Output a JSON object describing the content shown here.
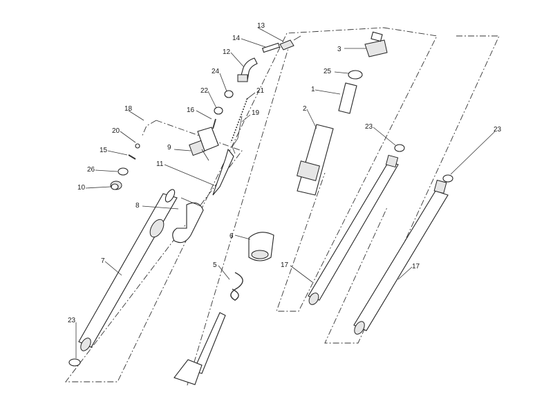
{
  "callouts": [
    {
      "id": "n13",
      "text": "13"
    },
    {
      "id": "n14",
      "text": "14"
    },
    {
      "id": "n12",
      "text": "12"
    },
    {
      "id": "n24",
      "text": "24"
    },
    {
      "id": "n22",
      "text": "22"
    },
    {
      "id": "n21",
      "text": "21"
    },
    {
      "id": "n16",
      "text": "16"
    },
    {
      "id": "n19",
      "text": "19"
    },
    {
      "id": "n18",
      "text": "18"
    },
    {
      "id": "n20",
      "text": "20"
    },
    {
      "id": "n9",
      "text": "9"
    },
    {
      "id": "n15",
      "text": "15"
    },
    {
      "id": "n26",
      "text": "26"
    },
    {
      "id": "n11",
      "text": "11"
    },
    {
      "id": "n10",
      "text": "10"
    },
    {
      "id": "n8",
      "text": "8"
    },
    {
      "id": "n7",
      "text": "7"
    },
    {
      "id": "n23a",
      "text": "23"
    },
    {
      "id": "n3",
      "text": "3"
    },
    {
      "id": "n25",
      "text": "25"
    },
    {
      "id": "n1",
      "text": "1"
    },
    {
      "id": "n2",
      "text": "2"
    },
    {
      "id": "n23b",
      "text": "23"
    },
    {
      "id": "n23c",
      "text": "23"
    },
    {
      "id": "n6",
      "text": "6"
    },
    {
      "id": "n5",
      "text": "5"
    },
    {
      "id": "n17a",
      "text": "17"
    },
    {
      "id": "n17b",
      "text": "17"
    }
  ]
}
